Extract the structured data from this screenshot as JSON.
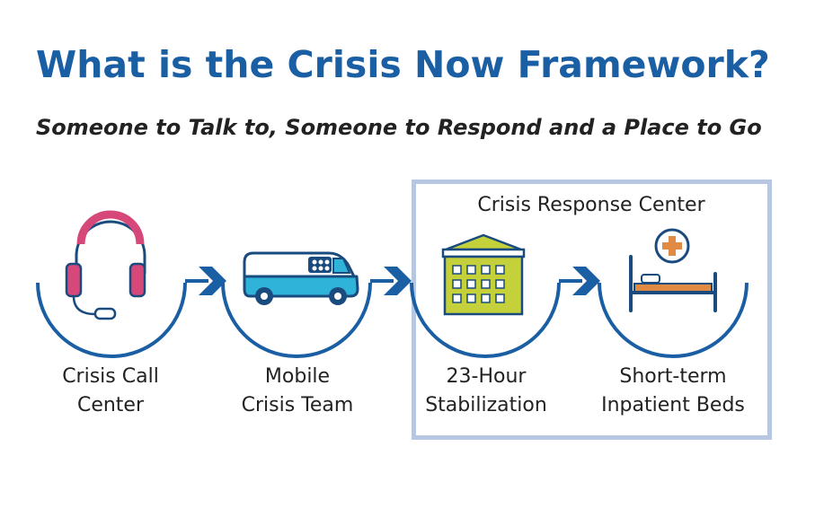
{
  "title": "What is the Crisis Now Framework?",
  "subtitle": "Someone to Talk to, Someone to Respond and a Place to Go",
  "response_center": {
    "label": "Crisis Response Center"
  },
  "stages": [
    {
      "line1": "Crisis Call",
      "line2": "Center",
      "icon": "headset-icon"
    },
    {
      "line1": "Mobile",
      "line2": "Crisis Team",
      "icon": "van-icon"
    },
    {
      "line1": "23-Hour",
      "line2": "Stabilization",
      "icon": "building-icon"
    },
    {
      "line1": "Short-term",
      "line2": "Inpatient Beds",
      "icon": "hospital-bed-icon"
    }
  ],
  "colors": {
    "title": "#1a5ea3",
    "arc": "#1a5ea3",
    "arrow": "#1a5ea3",
    "box_border": "#b7c7e1",
    "headset": "#d6477a",
    "van": "#2fb3d8",
    "building": "#c5d13b",
    "bed_sheet": "#e08a43"
  }
}
